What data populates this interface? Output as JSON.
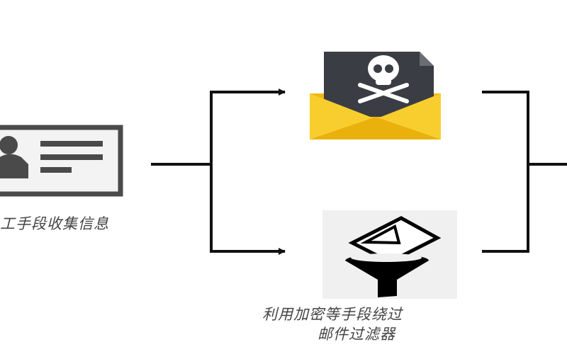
{
  "nodes": {
    "info_gathering": {
      "label": "工手段收集信息",
      "icon": "id-card-icon"
    },
    "malicious_email": {
      "icon": "poison-email-icon"
    },
    "filter_bypass": {
      "label_line1": "利用加密等手段绕过",
      "label_line2": "邮件过滤器",
      "icon": "email-filter-icon"
    }
  },
  "colors": {
    "line": "#111111",
    "envelope": "#f5c518",
    "document": "#3a3d44",
    "card_border": "#4a4a4a"
  }
}
